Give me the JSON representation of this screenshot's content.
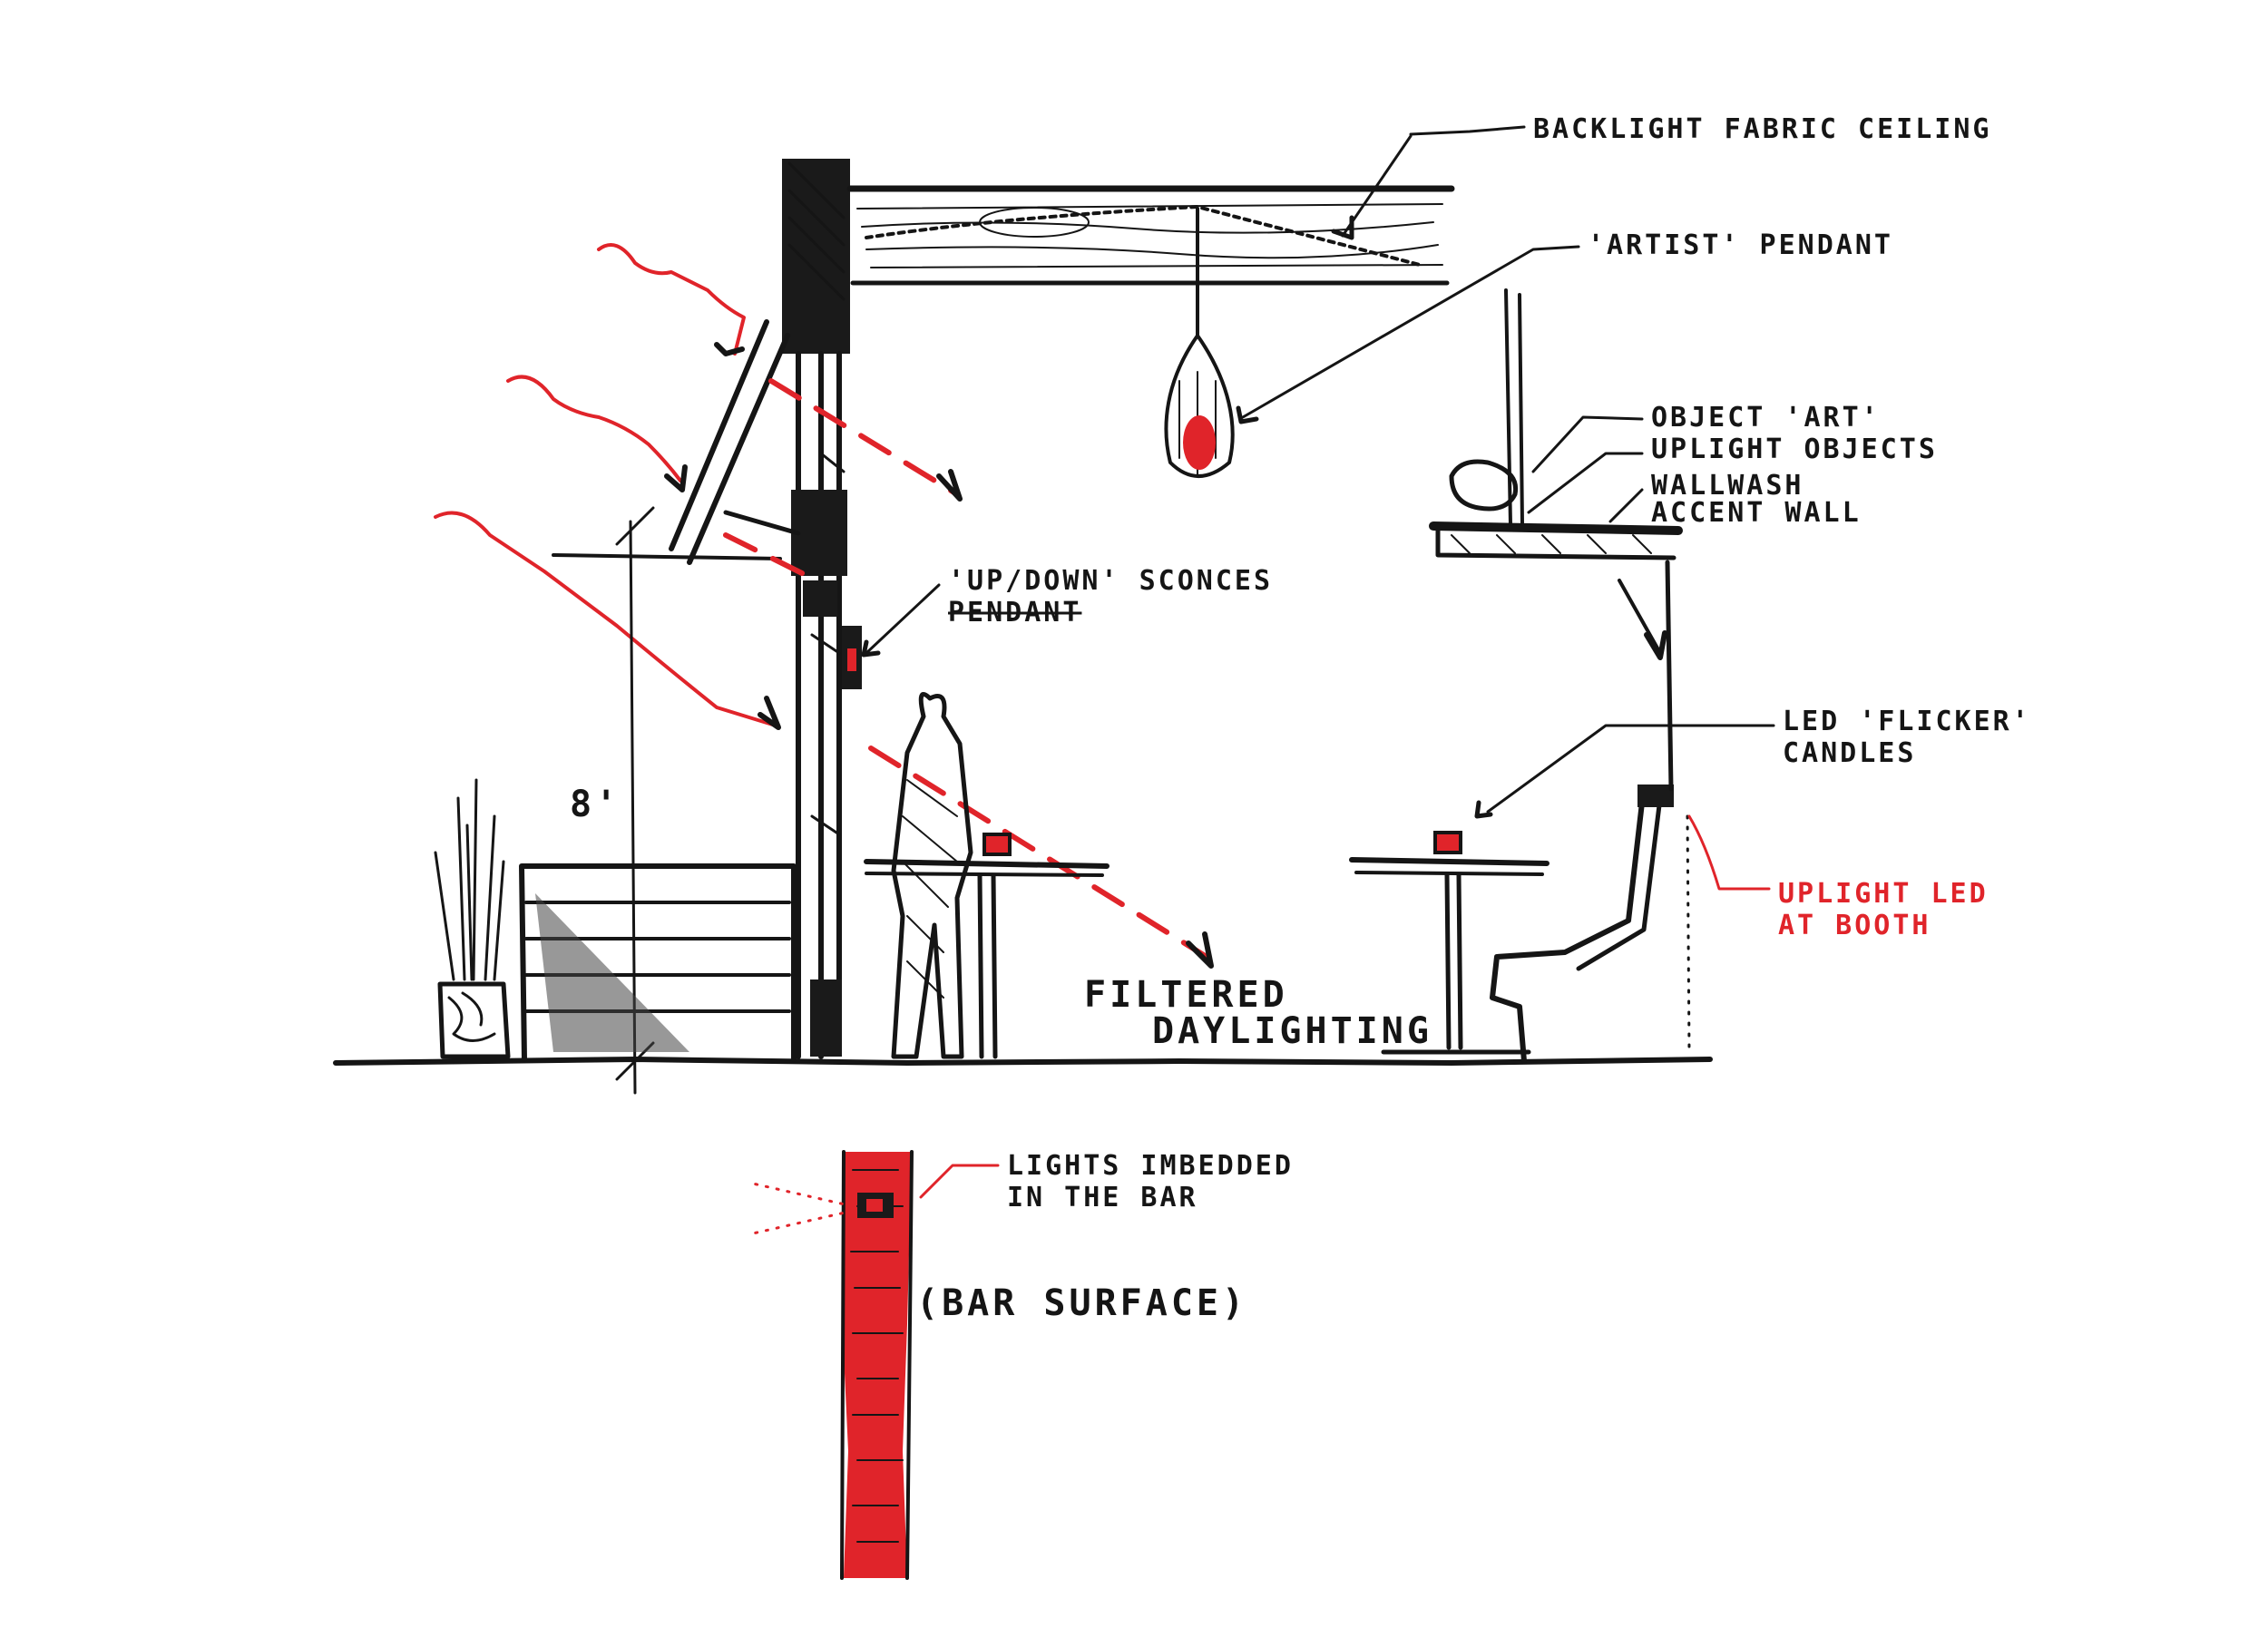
{
  "labels": {
    "backlight": "BACKLIGHT FABRIC CEILING",
    "artist_pendant": "'ARTIST' PENDANT",
    "object_art": "OBJECT 'ART'",
    "uplight_objects": "UPLIGHT OBJECTS",
    "wallwash_1": "WALLWASH",
    "wallwash_2": "ACCENT WALL",
    "sconces_1": "'UP/DOWN' SCONCES",
    "sconces_2": "PENDANT",
    "led_1": "LED 'FLICKER'",
    "led_2": "CANDLES",
    "uplight_led_1": "UPLIGHT LED",
    "uplight_led_2": "AT BOOTH",
    "filtered_1": "FILTERED",
    "filtered_2": "DAYLIGHTING",
    "dimension": "8'",
    "lights_1": "LIGHTS IMBEDDED",
    "lights_2": "IN THE BAR",
    "bar_surface": "(BAR SURFACE)"
  },
  "colors": {
    "ink": "#151515",
    "accent": "#e0242a",
    "paper": "#ffffff"
  }
}
